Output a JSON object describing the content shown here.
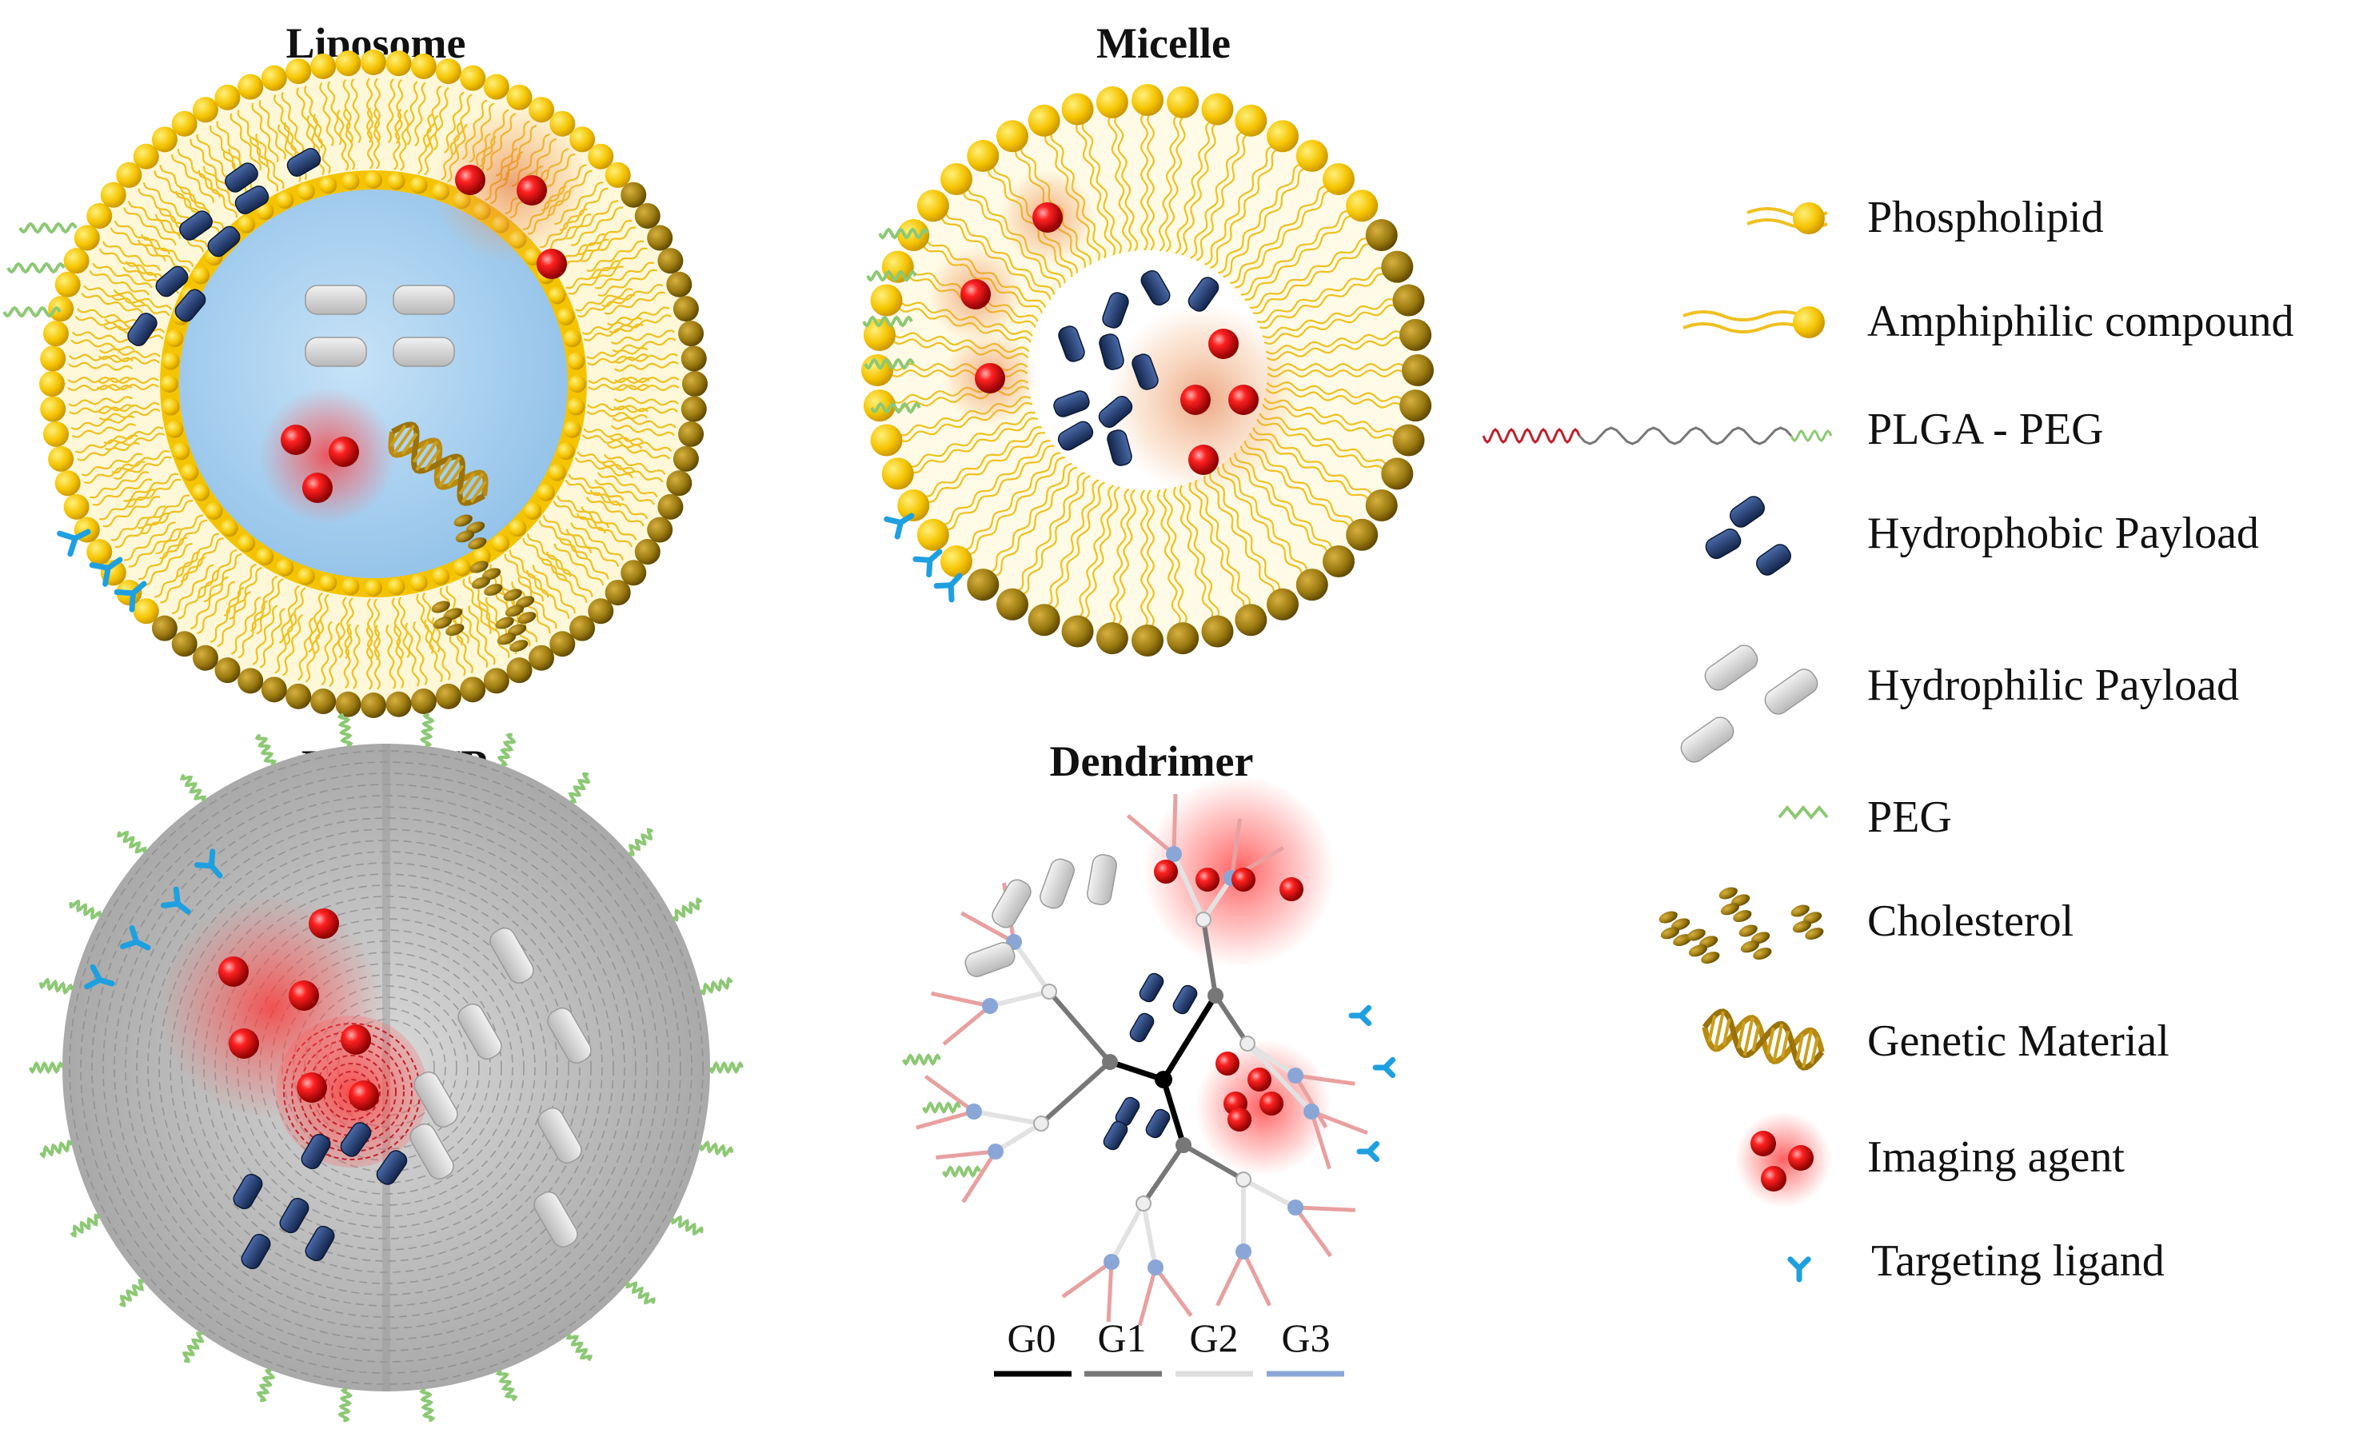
{
  "titles": {
    "liposome": "Liposome",
    "micelle": "Micelle",
    "plga_np": "PLGA NP",
    "dendrimer": "Dendrimer"
  },
  "dendrimer_generations": [
    "G0",
    "G1",
    "G2",
    "G3"
  ],
  "legend": [
    {
      "icon": "phospholipid-icon",
      "label": "Phospholipid"
    },
    {
      "icon": "amphiphilic-compound-icon",
      "label": "Amphiphilic compound"
    },
    {
      "icon": "plga-peg-icon",
      "label": "PLGA - PEG"
    },
    {
      "icon": "hydrophobic-payload-icon",
      "label": "Hydrophobic Payload"
    },
    {
      "icon": "hydrophilic-payload-icon",
      "label": "Hydrophilic Payload"
    },
    {
      "icon": "peg-icon",
      "label": "PEG"
    },
    {
      "icon": "cholesterol-icon",
      "label": "Cholesterol"
    },
    {
      "icon": "genetic-material-icon",
      "label": "Genetic Material"
    },
    {
      "icon": "imaging-agent-icon",
      "label": "Imaging agent"
    },
    {
      "icon": "targeting-ligand-icon",
      "label": "Targeting ligand"
    }
  ],
  "colors": {
    "lipid_head": "#f5c400",
    "lipid_head_dark": "#8a6a00",
    "lipid_tail": "#f0c020",
    "hydrophobic": "#1f3a6b",
    "hydrophilic": "#c8c8c8",
    "imaging": "#e01010",
    "glow": "#ff4040",
    "peg": "#8cc874",
    "ligand": "#1ea0e0",
    "plga_red": "#c0202a",
    "core_water": "#a8d0f0",
    "g0": "#000000",
    "g1": "#777777",
    "g2": "#dddddd",
    "g3": "#8aa6d6"
  }
}
